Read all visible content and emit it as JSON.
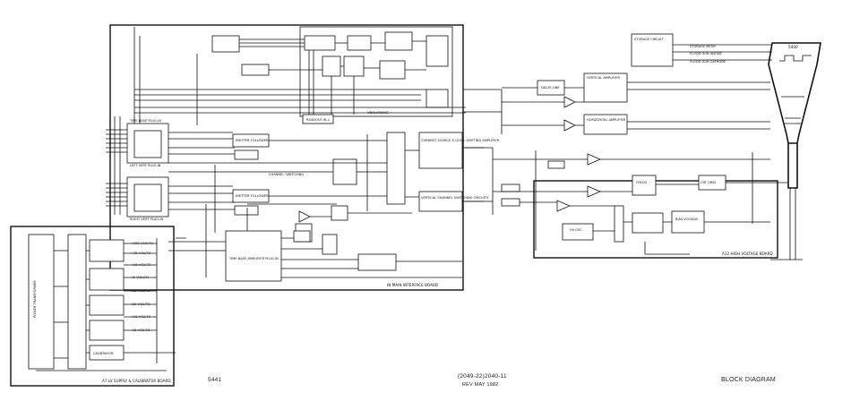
{
  "boards": {
    "main_interface": "IN MAIN INTERFACE BOARD",
    "lv_supply": "A7 LV SUPPLY & CALIBRATOR BOARD",
    "hv_board": "A12 HIGH VOLTAGE BOARD"
  },
  "left_column": {
    "time_base_plugin": "TIME BASE PLUG-IN",
    "left_vert_plugin": "LEFT VERT PLUG-IN",
    "right_vert_plugin": "RIGHT VERT PLUG-IN"
  },
  "center": {
    "emitter_follower_1": "EMITTER FOLLOWER",
    "emitter_follower_2": "EMITTER FOLLOWER",
    "channel_switching": "CHANNEL SWITCHING",
    "time_base_amplifier": "TIME BASE AMPLIFIER PLUG-IN",
    "current_source": "CURRENT SOURCE & LEVEL SHIFTING AMPLIFIER",
    "vertical_channel": "VERTICAL CHANNEL SWITCHING CIRCUITS",
    "readout": "READOUT IN-1",
    "unblanking": "UNBLANKING"
  },
  "right": {
    "delay_line": "DELAY LINE",
    "vertical_amplifier": "VERTICAL AMPLIFIER",
    "horizontal_amplifier": "HORIZONTAL AMPLIFIER",
    "storage_circuit": "STORAGE CIRCUIT",
    "storage_mesh": "STORAGE MESH",
    "flood_gun_anode": "FLOOD GUN ANODE",
    "flood_gun_cathode": "FLOOD GUN CATHODE",
    "crt_label": "5400",
    "hv_osc": "HV OSC",
    "bias_voltage": "BIAS VOLTAGE",
    "focus": "FOCUS",
    "crt_grid": "CRT GRID"
  },
  "supply_outputs": [
    "+200 VOLTS",
    "+75 VOLTS",
    "+15 VOLTS",
    "+5 VOLTS",
    "-15 VOLTS",
    "-50 VOLTS",
    "+15 VOLTS",
    "-15 VOLTS"
  ],
  "supply_transformer": "POWER TRANSFORMER",
  "calibrator": "CALIBRATOR",
  "footer": {
    "model": "5441",
    "part_number": "(2049-22)2040-11",
    "revision": "REV MAY 1982",
    "title": "BLOCK DIAGRAM"
  }
}
